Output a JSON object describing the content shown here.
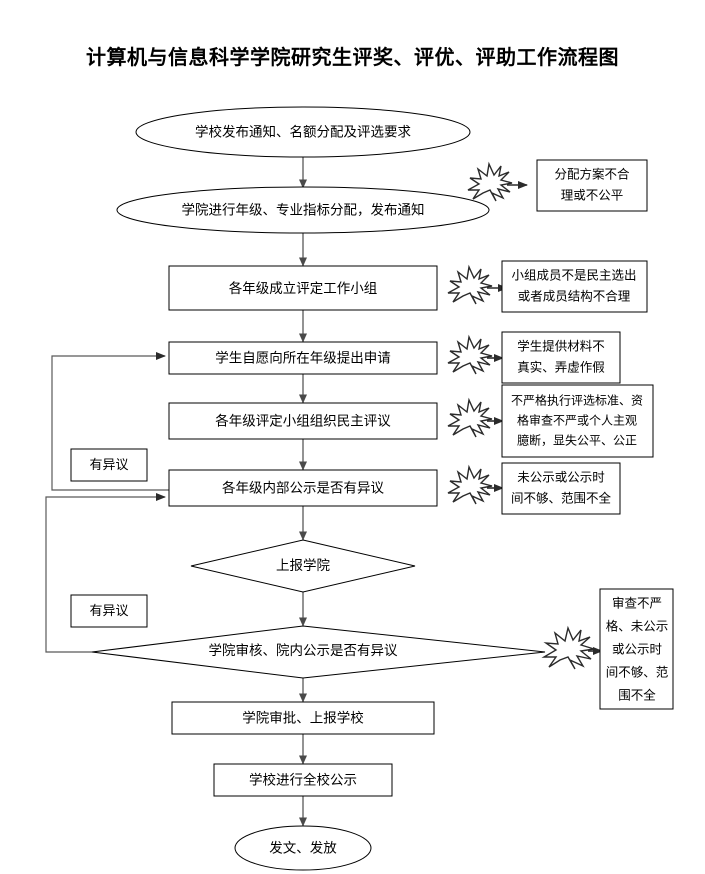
{
  "document": {
    "title": "计算机与信息科学学院研究生评奖、评优、评助工作流程图",
    "background_color": "#ffffff",
    "stroke_color": "#000000",
    "line_color": "#595959"
  },
  "flow": {
    "nodes": [
      {
        "id": "n1",
        "shape": "ellipse",
        "label": "学校发布通知、名额分配及评选要求"
      },
      {
        "id": "n2",
        "shape": "ellipse",
        "label": "学院进行年级、专业指标分配，发布通知"
      },
      {
        "id": "n3",
        "shape": "rectangle",
        "label": "各年级成立评定工作小组"
      },
      {
        "id": "n4",
        "shape": "rectangle",
        "label": "学生自愿向所在年级提出申请"
      },
      {
        "id": "n5",
        "shape": "rectangle",
        "label": "各年级评定小组组织民主评议"
      },
      {
        "id": "n6",
        "shape": "rectangle",
        "label": "各年级内部公示是否有异议"
      },
      {
        "id": "n7",
        "shape": "diamond",
        "label": "上报学院"
      },
      {
        "id": "n8",
        "shape": "diamond",
        "label": "学院审核、院内公示是否有异议"
      },
      {
        "id": "n9",
        "shape": "rectangle",
        "label": "学院审批、上报学校"
      },
      {
        "id": "n10",
        "shape": "rectangle",
        "label": "学校进行全校公示"
      },
      {
        "id": "n11",
        "shape": "ellipse",
        "label": "发文、发放"
      }
    ],
    "loop_labels": [
      {
        "id": "l1",
        "label": "有异议"
      },
      {
        "id": "l2",
        "label": "有异议"
      }
    ],
    "risk_notes": [
      {
        "id": "r1",
        "target": "n2",
        "lines": [
          "分配方案不合",
          "理或不公平"
        ]
      },
      {
        "id": "r2",
        "target": "n3",
        "lines": [
          "小组成员不是民主选出",
          "或者成员结构不合理"
        ]
      },
      {
        "id": "r3",
        "target": "n4",
        "lines": [
          "学生提供材料不",
          "真实、弄虚作假"
        ]
      },
      {
        "id": "r4",
        "target": "n5",
        "lines": [
          "不严格执行评选标准、资",
          "格审查不严或个人主观",
          "臆断，显失公平、公正"
        ]
      },
      {
        "id": "r5",
        "target": "n6",
        "lines": [
          "未公示或公示时",
          "间不够、范围不全"
        ]
      },
      {
        "id": "r6",
        "target": "n8",
        "lines": [
          "审查不严",
          "格、未公示",
          "或公示时",
          "间不够、范",
          "围不全"
        ]
      }
    ],
    "icons": [
      {
        "id": "b1",
        "name": "burst-icon"
      },
      {
        "id": "b2",
        "name": "burst-icon"
      },
      {
        "id": "b3",
        "name": "burst-icon"
      },
      {
        "id": "b4",
        "name": "burst-icon"
      },
      {
        "id": "b5",
        "name": "burst-icon"
      },
      {
        "id": "b6",
        "name": "burst-icon"
      }
    ]
  }
}
